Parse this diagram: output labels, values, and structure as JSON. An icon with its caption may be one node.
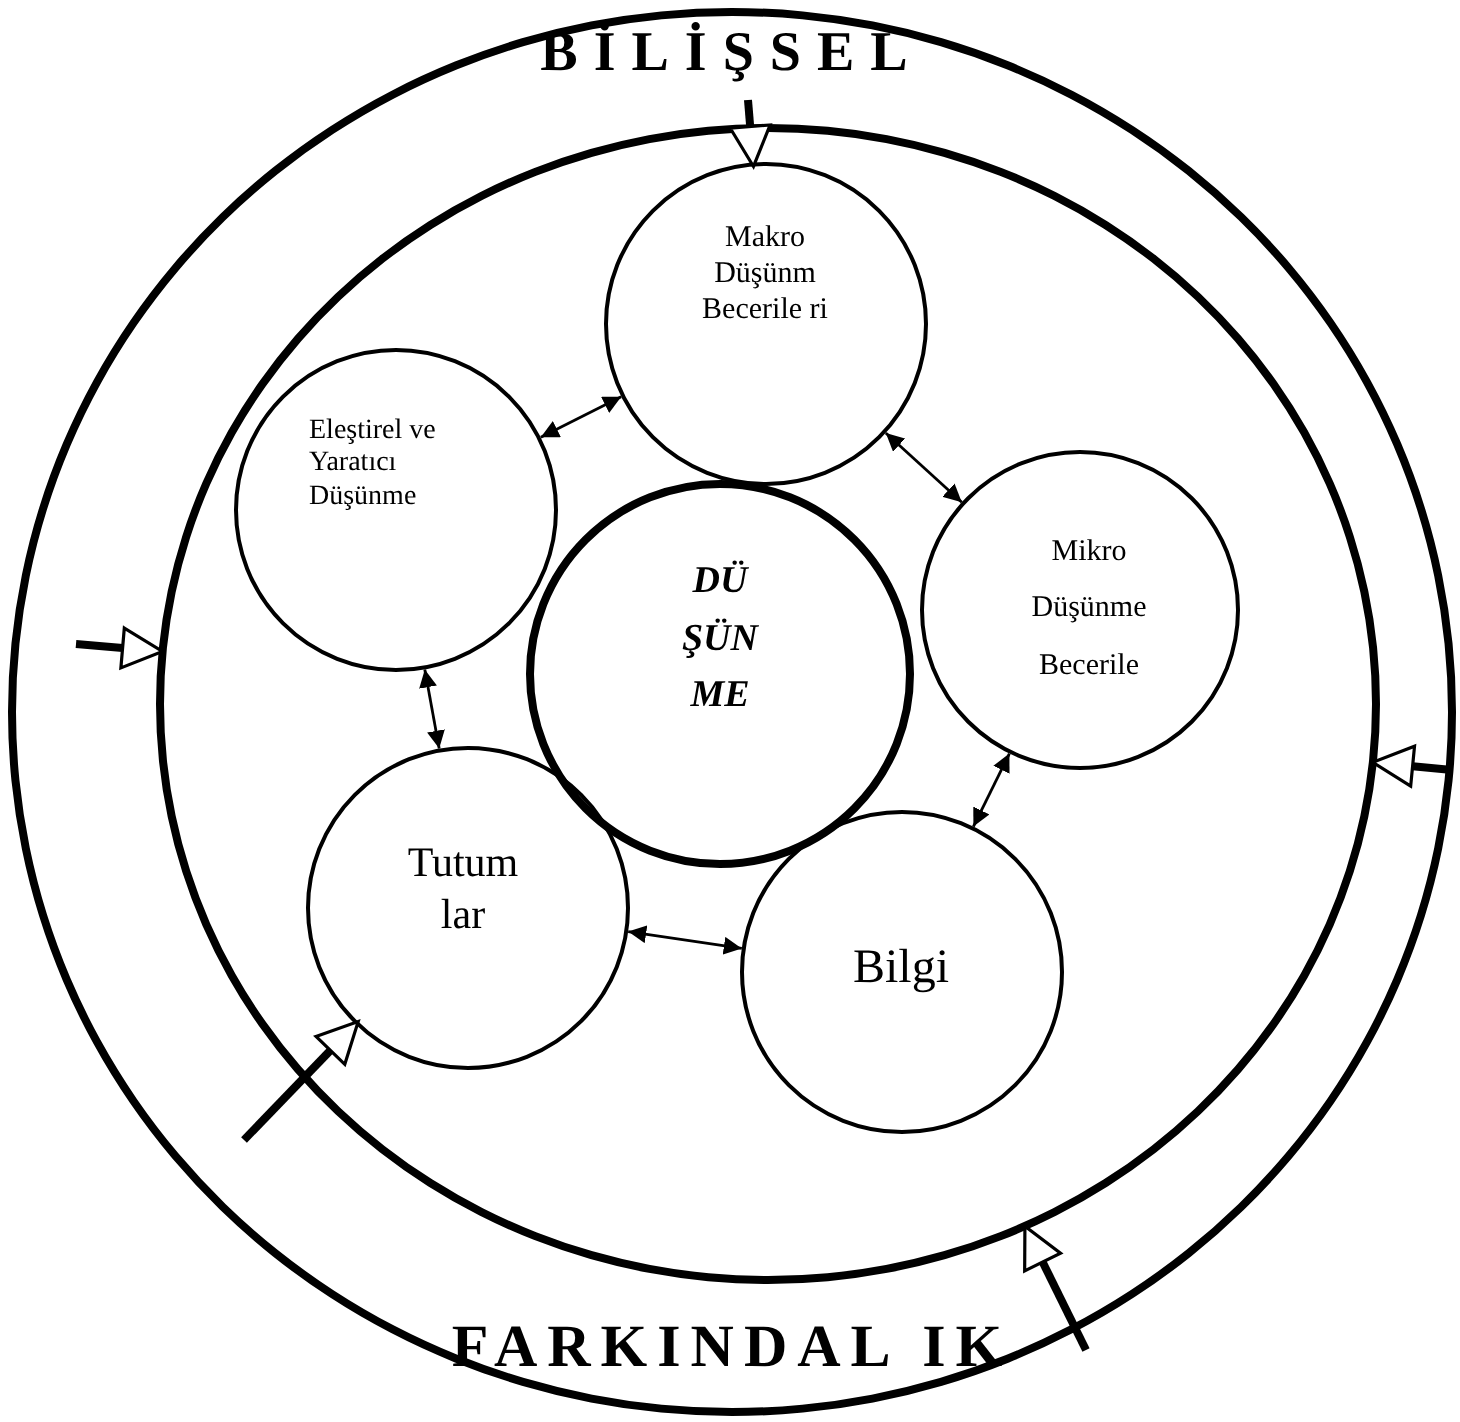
{
  "diagram": {
    "nodes": [
      {
        "text": [
          "BİLİŞSEL",
          "FARKINDAL IK"
        ]
      },
      {
        "text": [],
        "shape": "circle",
        "in": 0
      },
      {
        "text": [
          "Makro Düşünm Becerile ri"
        ],
        "in": 1
      },
      {
        "text": [
          "Eleştirel ve Yaratıcı Düşünme"
        ],
        "in": 1
      },
      {
        "text": [
          "DÜ ŞÜN ME"
        ],
        "in": 1
      },
      {
        "text": [
          "Mikro Düşünme Becerile"
        ],
        "in": 1
      },
      {
        "text": [
          "Tutum lar"
        ],
        "in": 1
      },
      {
        "text": [
          "Bilgi"
        ],
        "in": 1
      }
    ],
    "edges": [
      {
        "from": 3,
        "to": 2,
        "arrow": "both"
      },
      {
        "from": 2,
        "to": 5,
        "arrow": "both"
      },
      {
        "from": 5,
        "to": 7,
        "arrow": "both"
      },
      {
        "from": 6,
        "to": 7,
        "arrow": "both"
      },
      {
        "from": 3,
        "to": 6,
        "arrow": "both"
      },
      {
        "from": null,
        "to": 2,
        "arrow": "to",
        "style": "thick"
      },
      {
        "from": null,
        "to": 1,
        "arrow": "to",
        "style": "thick"
      },
      {
        "from": null,
        "to": 1,
        "arrow": "to",
        "style": "thick"
      },
      {
        "from": null,
        "to": 6,
        "arrow": "to",
        "style": "thick"
      },
      {
        "from": null,
        "to": 1,
        "arrow": "to",
        "style": "thick"
      }
    ]
  }
}
